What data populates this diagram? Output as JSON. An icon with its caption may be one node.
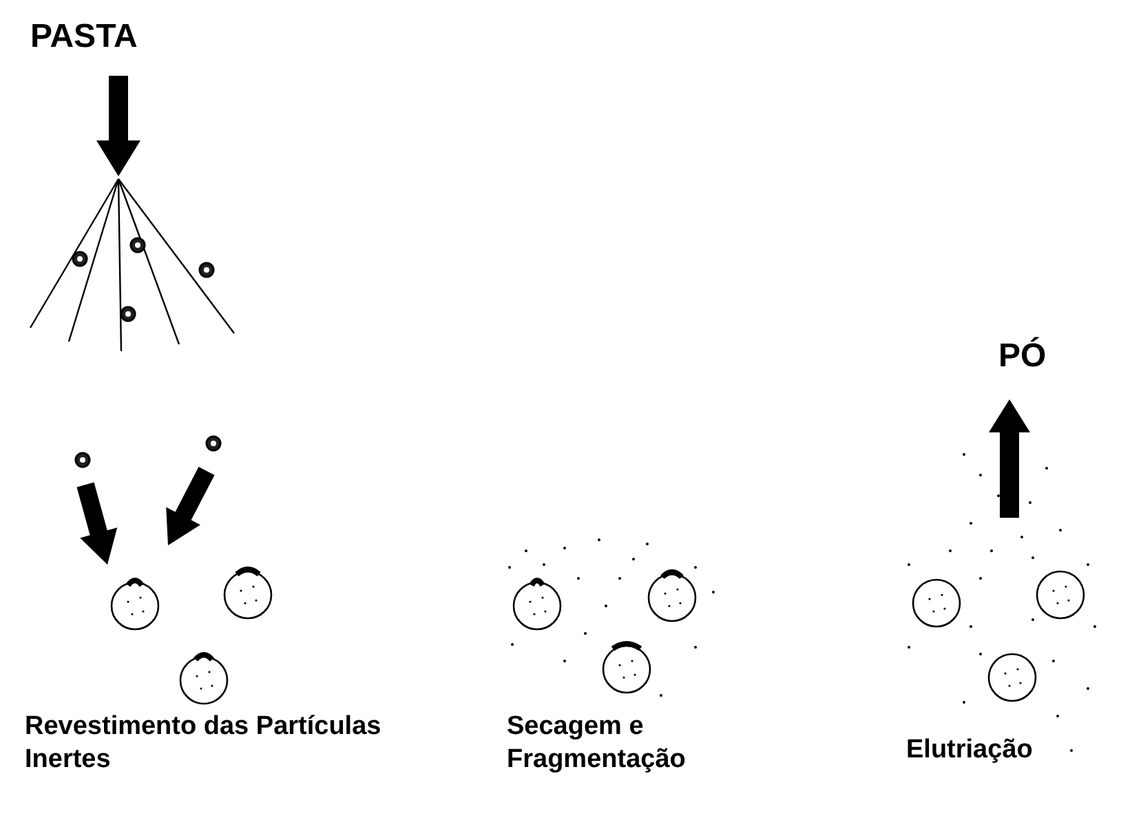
{
  "diagram": {
    "labels": [
      "PASTA",
      "PÓ",
      "Revestimento das Partículas Inertes",
      "Secagem e Fragmentação",
      "Elutriação"
    ]
  }
}
